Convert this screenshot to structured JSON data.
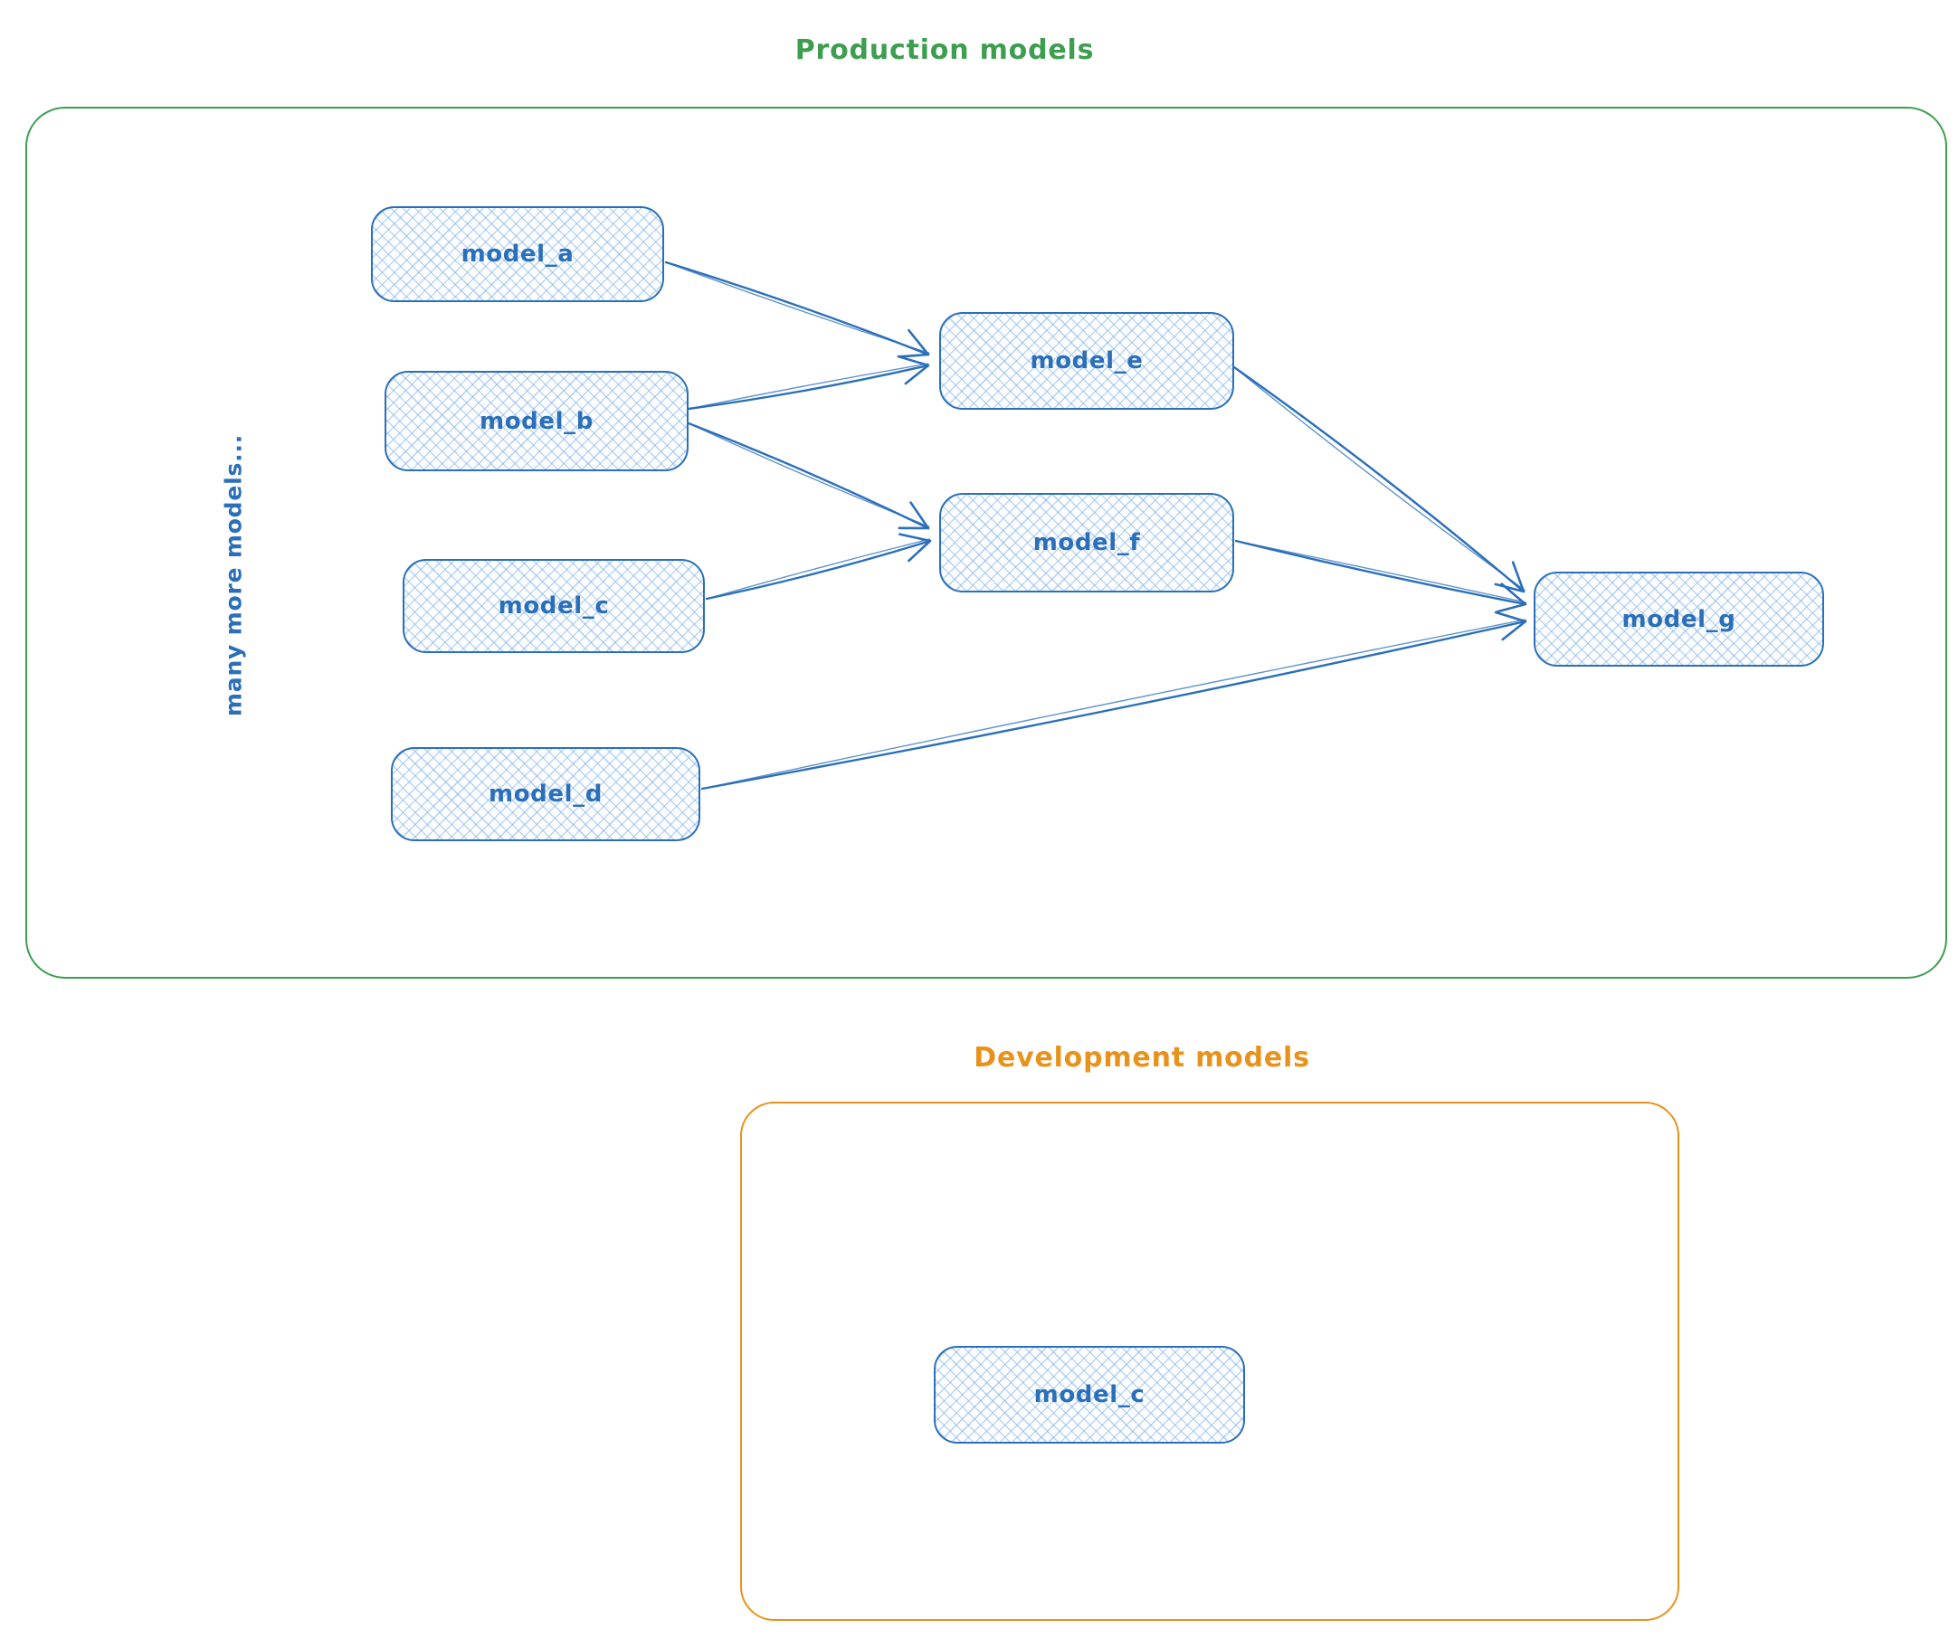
{
  "production": {
    "title": "Production models",
    "side_note": "many more models...",
    "nodes": {
      "a": {
        "label": "model_a"
      },
      "b": {
        "label": "model_b"
      },
      "c": {
        "label": "model_c"
      },
      "d": {
        "label": "model_d"
      },
      "e": {
        "label": "model_e"
      },
      "f": {
        "label": "model_f"
      },
      "g": {
        "label": "model_g"
      }
    },
    "edges": [
      {
        "from": "a",
        "to": "e"
      },
      {
        "from": "b",
        "to": "e"
      },
      {
        "from": "b",
        "to": "f"
      },
      {
        "from": "c",
        "to": "f"
      },
      {
        "from": "e",
        "to": "g"
      },
      {
        "from": "f",
        "to": "g"
      },
      {
        "from": "d",
        "to": "g"
      }
    ]
  },
  "development": {
    "title": "Development models",
    "nodes": {
      "dev_c": {
        "label": "model_c"
      }
    }
  },
  "colors": {
    "production_border": "#3d9e50",
    "development_border": "#e8921c",
    "node_stroke": "#2b6fba",
    "node_hatch": "#b9d6f2"
  }
}
